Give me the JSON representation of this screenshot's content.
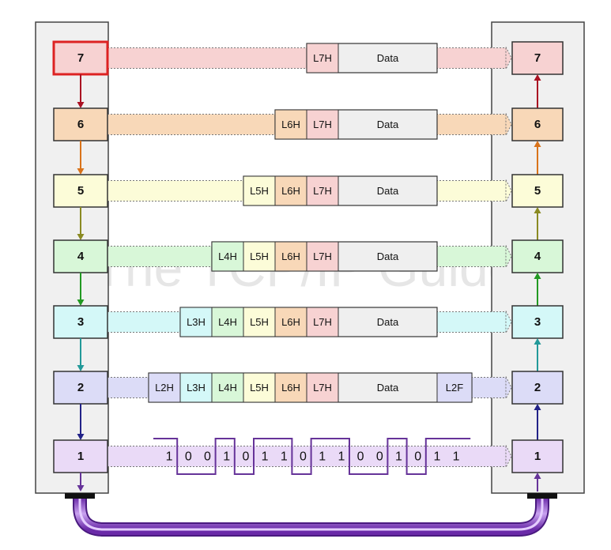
{
  "watermark": "The TCP/IP Guide",
  "data_label": "Data",
  "trailer_label": "L2F",
  "layers": [
    {
      "number": "7",
      "color": "#f7d2d2",
      "border_color": "#dd2222",
      "arrow_color": "#aa1122",
      "headers": [
        "L7H"
      ]
    },
    {
      "number": "6",
      "color": "#f8d8b8",
      "border_color": "#333333",
      "arrow_color": "#d9731a",
      "headers": [
        "L6H",
        "L7H"
      ]
    },
    {
      "number": "5",
      "color": "#fcfcd8",
      "border_color": "#333333",
      "arrow_color": "#8a8a22",
      "headers": [
        "L5H",
        "L6H",
        "L7H"
      ]
    },
    {
      "number": "4",
      "color": "#d8f7d8",
      "border_color": "#333333",
      "arrow_color": "#229922",
      "headers": [
        "L4H",
        "L5H",
        "L6H",
        "L7H"
      ]
    },
    {
      "number": "3",
      "color": "#d4f8f8",
      "border_color": "#333333",
      "arrow_color": "#229999",
      "headers": [
        "L3H",
        "L4H",
        "L5H",
        "L6H",
        "L7H"
      ]
    },
    {
      "number": "2",
      "color": "#dcdcf7",
      "border_color": "#333333",
      "arrow_color": "#222288",
      "headers": [
        "L2H",
        "L3H",
        "L4H",
        "L5H",
        "L6H",
        "L7H"
      ],
      "trailer": true
    },
    {
      "number": "1",
      "color": "#eadaf7",
      "border_color": "#333333",
      "arrow_color": "#663399",
      "bits": [
        "1",
        "0",
        "0",
        "1",
        "0",
        "1",
        "1",
        "0",
        "1",
        "1",
        "0",
        "0",
        "1",
        "0",
        "1",
        "1"
      ]
    }
  ],
  "header_colors": {
    "L7H": "#f7d2d2",
    "L6H": "#f8d8b8",
    "L5H": "#fcfcd8",
    "L4H": "#d8f7d8",
    "L3H": "#d4f8f8",
    "L2H": "#dcdcf7",
    "L2F": "#dcdcf7"
  },
  "data_color": "#efefef",
  "cable_color": "#8844cc",
  "signal_color": "#663399"
}
